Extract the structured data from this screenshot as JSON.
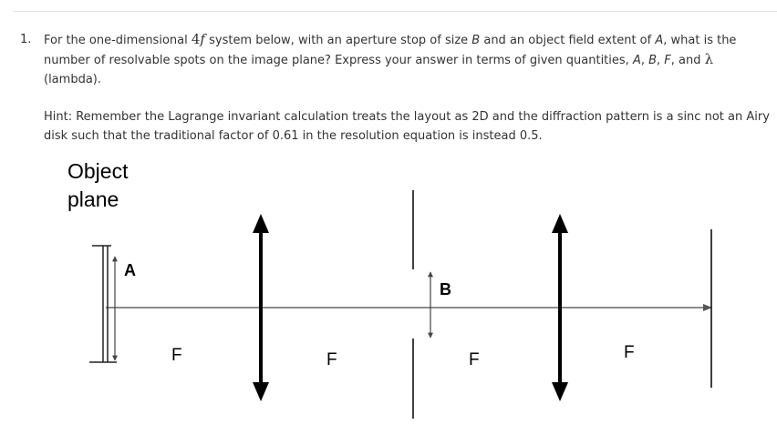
{
  "question": {
    "number": "1.",
    "text_before_math": "For the one-dimensional ",
    "math_number": "4",
    "math_var": "f",
    "text_after_math": " system below, with an aperture stop of size ",
    "var_B": "B",
    "text_2": " and an object field extent of ",
    "var_A": "A",
    "text_3": ", what is the number of resolvable spots on the image plane? Express your answer in terms of given quantities, ",
    "var_A2": "A",
    "sep_1": ", ",
    "var_B2": "B",
    "sep_2": ", ",
    "var_F": "F",
    "sep_3": ", and ",
    "lambda": "λ",
    "text_4": " (lambda).",
    "hint": "Hint: Remember the Lagrange invariant calculation treats the layout as 2D and the diffraction pattern is a sinc not an Airy disk such that the traditional factor of 0.61 in the resolution equation is instead 0.5."
  },
  "figure": {
    "object_plane_line1": "Object",
    "object_plane_line2": "plane",
    "label_A": "A",
    "label_B": "B",
    "focal_labels": [
      "F",
      "F",
      "F",
      "F"
    ]
  }
}
